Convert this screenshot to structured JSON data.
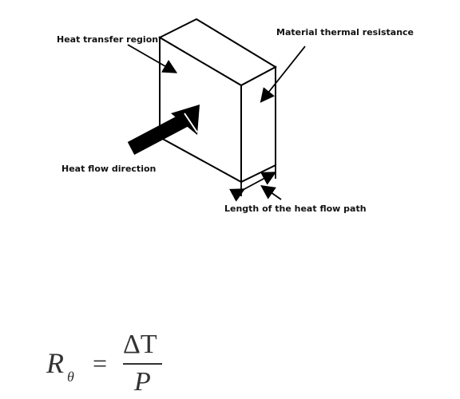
{
  "labels": {
    "heat_transfer_region": "Heat transfer region",
    "material_thermal_resistance": "Material thermal resistance",
    "heat_flow_direction": "Heat flow direction",
    "heat_flow_path_length": "Length of the heat flow path"
  },
  "formula": {
    "lhs_symbol": "R",
    "lhs_subscript": "θ",
    "equals": "=",
    "numerator": "ΔT",
    "denominator": "P"
  }
}
